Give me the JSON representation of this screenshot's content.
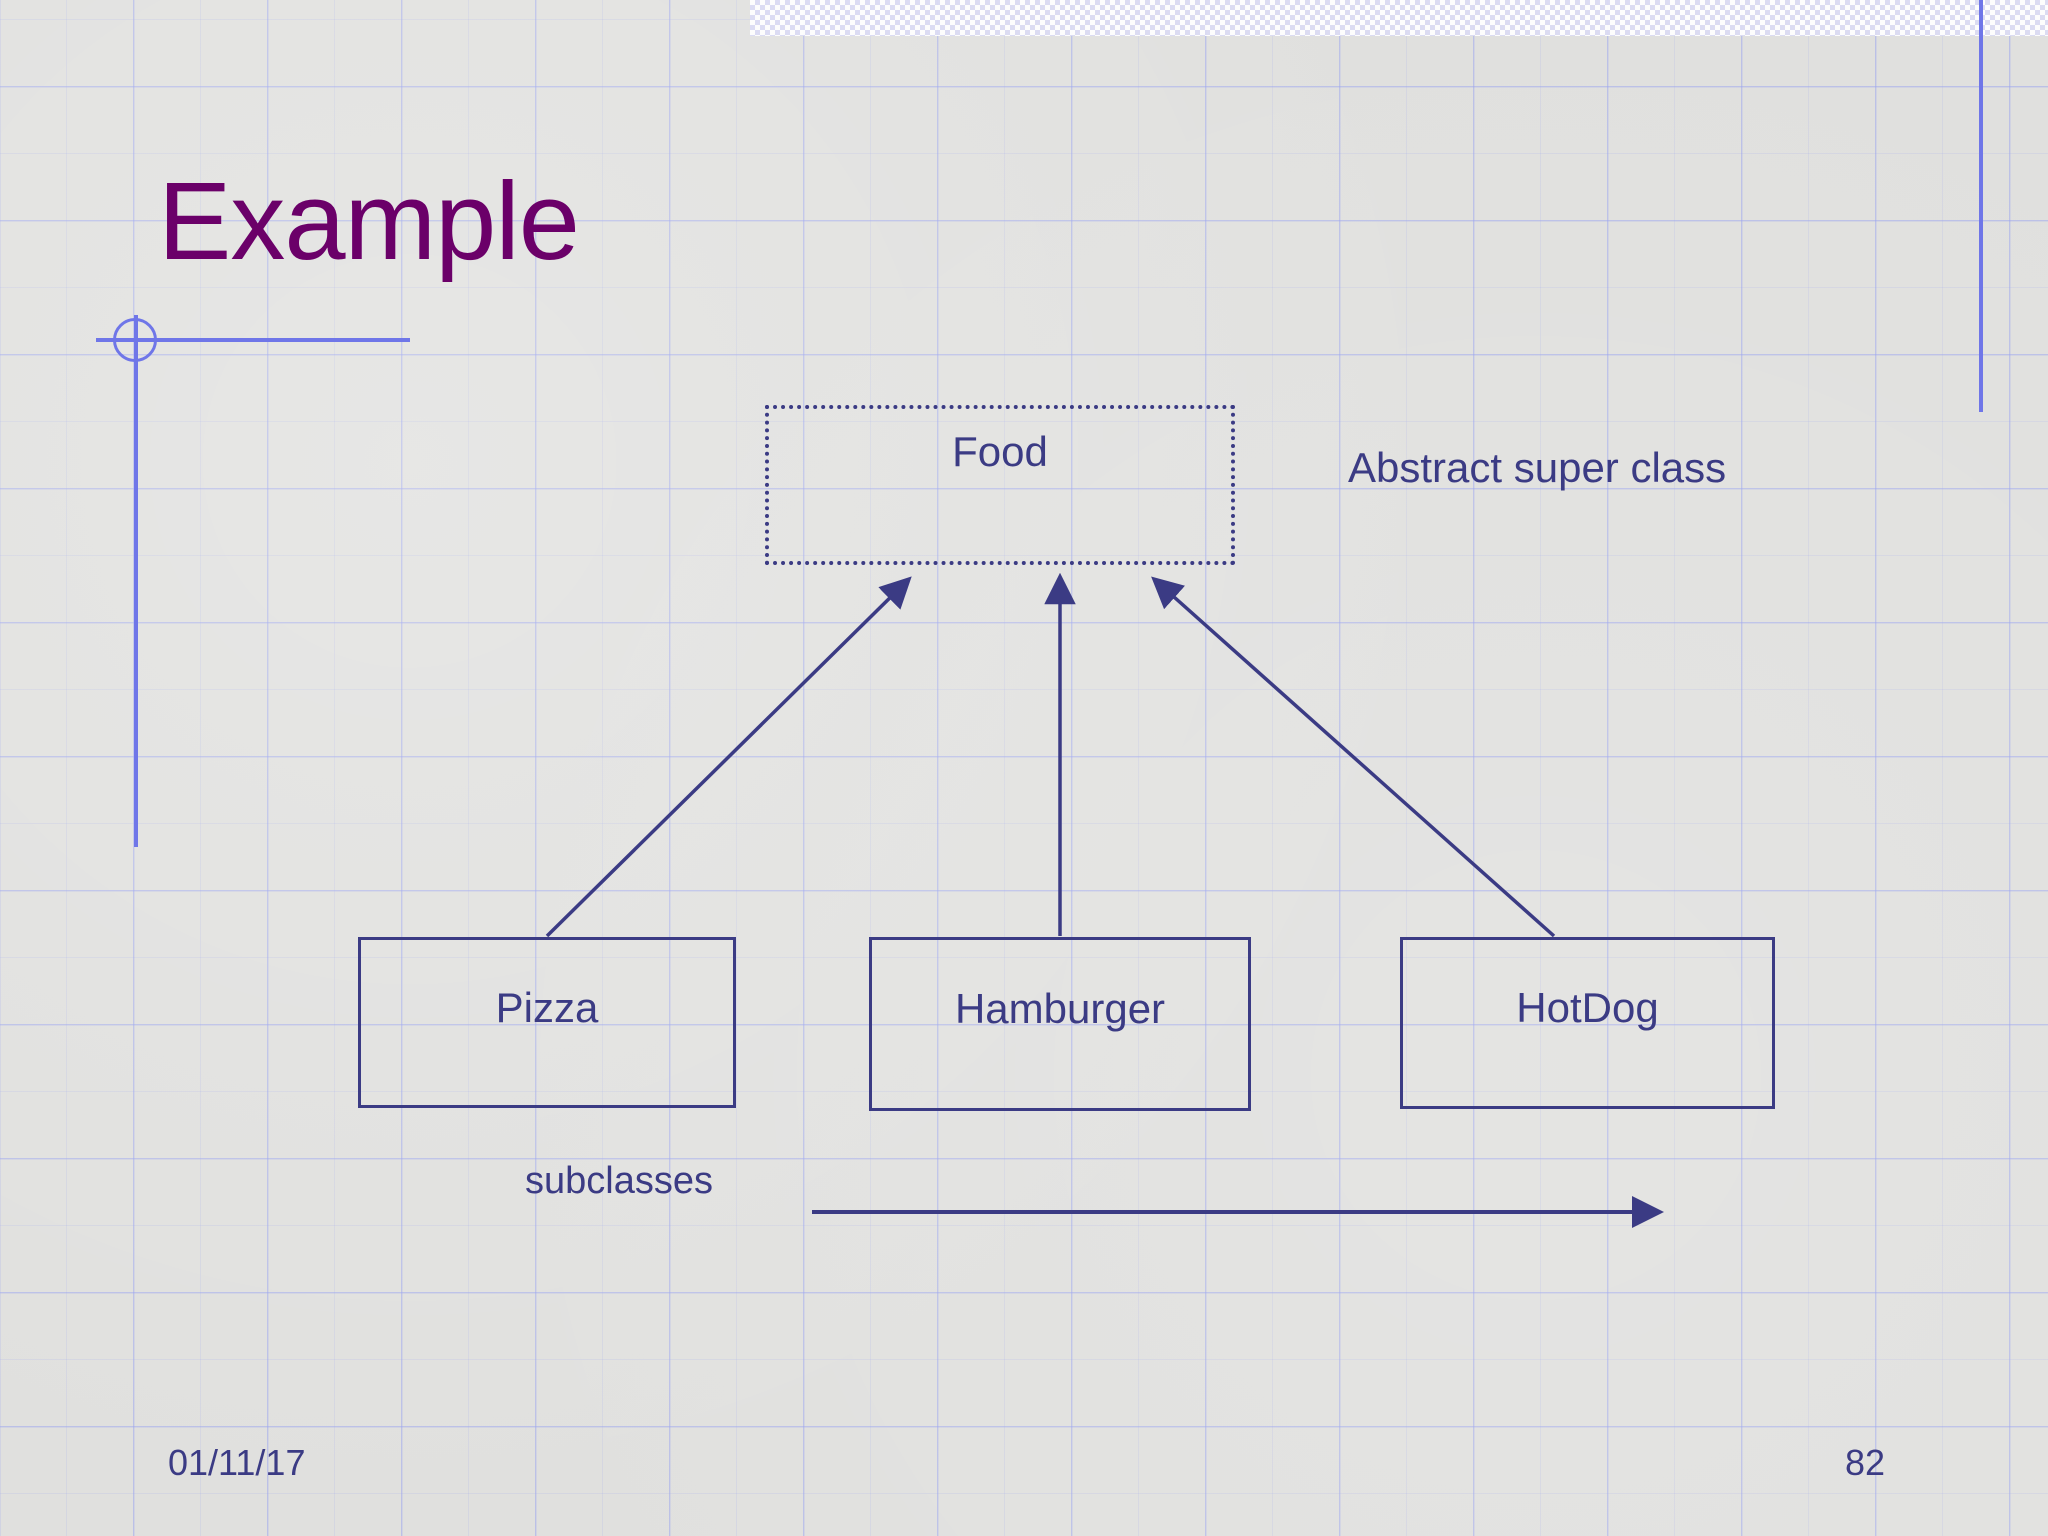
{
  "slide": {
    "title": "Example",
    "title_color": "#6b0069",
    "body_color": "#3b3b84",
    "background_color": "#e0e0de",
    "grid_line_color": "#96a0f0",
    "accent_line_color": "#6f76e8"
  },
  "diagram": {
    "type": "uml-class-inheritance",
    "superclass": {
      "id": "food",
      "label": "Food",
      "border_style": "dotted",
      "annotation": "Abstract super class"
    },
    "subclasses": [
      {
        "id": "pizza",
        "label": "Pizza",
        "border_style": "solid"
      },
      {
        "id": "hamburger",
        "label": "Hamburger",
        "border_style": "solid"
      },
      {
        "id": "hotdog",
        "label": "HotDog",
        "border_style": "solid"
      }
    ],
    "edges": [
      {
        "from": "pizza",
        "to": "food",
        "kind": "generalization-arrow"
      },
      {
        "from": "hamburger",
        "to": "food",
        "kind": "generalization-arrow"
      },
      {
        "from": "hotdog",
        "to": "food",
        "kind": "generalization-arrow"
      }
    ],
    "subclasses_label": "subclasses",
    "subclasses_arrow": {
      "direction": "right",
      "kind": "annotation-arrow"
    }
  },
  "footer": {
    "date": "01/11/17",
    "page_number": "82"
  }
}
